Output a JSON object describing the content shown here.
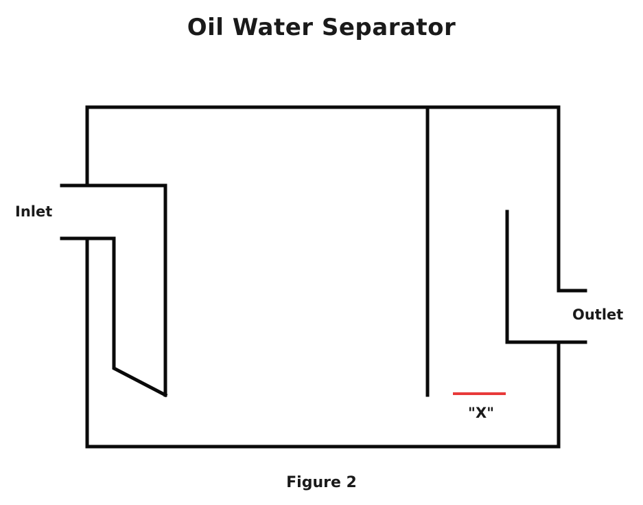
{
  "title": "Oil Water Separator",
  "labels": {
    "inlet": "Inlet",
    "outlet": "Outlet",
    "marker": "\"X\""
  },
  "caption": "Figure 2",
  "colors": {
    "lines": "#0a0a0a",
    "marker": "#e83a3a",
    "background": "#ffffff"
  }
}
